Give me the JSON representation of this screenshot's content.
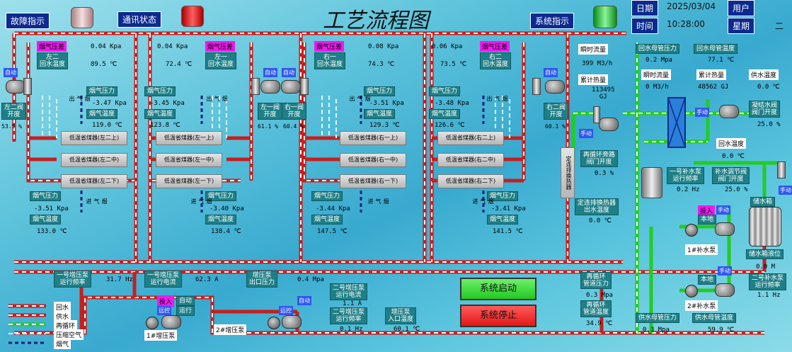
{
  "title": "工艺流程图",
  "header": {
    "fault_label": "故障指示",
    "comm_label": "通讯状态",
    "system_label": "系统指示",
    "date_label": "日期",
    "date_value": "2025/03/04",
    "time_label": "时间",
    "time_value": "10:28:00",
    "user_label": "用户",
    "weekday_label": "星期",
    "weekday_value": "二"
  },
  "colors": {
    "return_pipe": "#c81e1e",
    "supply_pipe": "#c81e1e",
    "loop_pipe": "#22cc22",
    "air_pipe": "#d8ffff",
    "smoke_pipe": "#10207a",
    "fault_lamp": "#e8b8b8",
    "comm_lamp": "#ff2a2a",
    "system_lamp": "#25e045",
    "panel": "#1f7f86"
  },
  "left2": {
    "smoke_diff": "烟气压差",
    "pressure": "0.04 Kpa",
    "return_temp_label": "左二\n回水温度",
    "return_temp": "89.5 ℃",
    "auto": "自动",
    "valve_label": "左二阀\n开度",
    "valve_open": "53.5 %"
  },
  "left1": {
    "smoke_diff": "烟气压差",
    "pressure": "0.04 Kpa",
    "return_temp_label": "左一\n回水温度",
    "return_temp": "72.4 ℃",
    "auto": "自动",
    "valve_label": "左一阀\n开度",
    "valve_open": "61.1 %"
  },
  "right1": {
    "smoke_diff": "烟气压差",
    "pressure": "0.08 Kpa",
    "return_temp_label": "右一\n回水温度",
    "return_temp": "74.3 ℃",
    "auto": "自动",
    "valve_label": "右一阀\n开度",
    "valve_open": "60.4 %"
  },
  "right2": {
    "smoke_diff": "烟气压差",
    "pressure": "0.06 Kpa",
    "return_temp_label": "右二\n回水温度",
    "return_temp": "73.5 ℃",
    "auto": "自动",
    "valve_label": "右二阀\n开度",
    "valve_open": "60.1 %"
  },
  "smoke": {
    "press": "烟气压力",
    "temp": "烟气温度",
    "out": "烟\n气\n出",
    "in": "烟\n气\n进",
    "l2_out_p": "-3.47 Kpa",
    "l2_out_t": "119.0 ℃",
    "l1_out_p": "-3.45 Kpa",
    "l1_out_t": "123.8 ℃",
    "r1_out_p": "-3.51 Kpa",
    "r1_out_t": "129.3 ℃",
    "r2_out_p": "-3.48 Kpa",
    "r2_out_t": "126.6 ℃",
    "l2_in_p": "-3.51 Kpa",
    "l2_in_t": "133.0 ℃",
    "l1_in_p": "-3.40 Kpa",
    "l1_in_t": "138.4 ℃",
    "r1_in_p": "-3.44 Kpa",
    "r1_in_t": "147.5 ℃",
    "r2_in_p": "-3.41 Kpa",
    "r2_in_t": "141.5 ℃"
  },
  "economizers": [
    "低温省煤器(左二上)",
    "低温省煤器(左二中)",
    "低温省煤器(左二下)",
    "低温省煤器(左一上)",
    "低温省煤器(左一中)",
    "低温省煤器(左一下)",
    "低温省煤器(右一上)",
    "低温省煤器(右一中)",
    "低温省煤器(右一下)",
    "低温省煤器(右二上)",
    "低温省煤器(右二中)",
    "低温省煤器(右二下)"
  ],
  "flow": {
    "inst_label": "瞬时流量",
    "inst": "399 M3/h",
    "total_label": "累计热量",
    "total": "113495\nGJ"
  },
  "fixed_hx": "定连排换热器",
  "recirc_valve_label": "再循环旁路\n阀门开度",
  "recirc_valve": "0.3 %",
  "fixed_out_label": "定连排换热器\n出水温度",
  "fixed_out": "0.0 ℃",
  "right_panel": {
    "ret_press_label": "回水母管压力",
    "ret_press": "0.2 Mpa",
    "ret_temp_label": "回水母管温度",
    "ret_temp": "77.1 ℃",
    "inst_label": "瞬时流量",
    "inst": "0 M3/h",
    "heat_label": "累计热量",
    "heat": "48562 GJ",
    "sup_temp_label": "供水温度",
    "sup_temp": "0.0 ℃",
    "manual": "手动",
    "cond_label": "凝结水阀\n阀门开度",
    "cond": "25.0 %",
    "ret_water_label": "回水温度",
    "ret_water": "0.0 ℃",
    "mk1_label": "一号补水泵\n运行频率",
    "mk1": "0.2 Hz",
    "mkv_label": "补水调节阀\n阀门开度",
    "mkv": "25.0 %",
    "tank_label": "储水箱",
    "tank_level_label": "储水箱液位",
    "tank_level": "0.0 M",
    "mk2_label": "二号补水泵\n运行频率",
    "mk2": "1.1 Hz",
    "pump1": "1#补水泵",
    "pump2": "2#补水泵",
    "in_tag": "投入",
    "local": "本地",
    "loop_p_label": "再循环\n管道压力",
    "loop_p": "0.3 Mpa",
    "loop_t_label": "再循环\n管道温度",
    "loop_t": "34.9 ℃",
    "sup_press_label": "供水母管压力",
    "sup_press": "0.3 Mpa",
    "sup_mt_label": "供水母管温度",
    "sup_mt": "59.9 ℃"
  },
  "booster": {
    "b1_freq_label": "一号增压泵\n运行频率",
    "b1_freq": "31.7 Hz",
    "b1_cur_label": "一号增压泵\n运行电流",
    "b1_cur": "62.3 A",
    "out_label": "增压泵\n出口压力",
    "out": "0.4 Mpa",
    "b2_cur_label": "二号增压泵\n运行电流",
    "b2_cur": "1.1 A",
    "b2_freq_label": "二号增压泵\n运行频率",
    "b2_freq": "0.1 Hz",
    "in_label": "增压泵\n入口温度",
    "in": "60.1 ℃",
    "pump1": "1#增压泵",
    "pump2": "2#增压泵",
    "in_tag": "投入",
    "auto": "自动",
    "remote": "远控",
    "run": "运行"
  },
  "buttons": {
    "start": "系统启动",
    "stop": "系统停止"
  },
  "legend": [
    {
      "name": "回水"
    },
    {
      "name": "供水"
    },
    {
      "name": "再循环"
    },
    {
      "name": "压缩空气"
    },
    {
      "name": "烟气"
    }
  ]
}
